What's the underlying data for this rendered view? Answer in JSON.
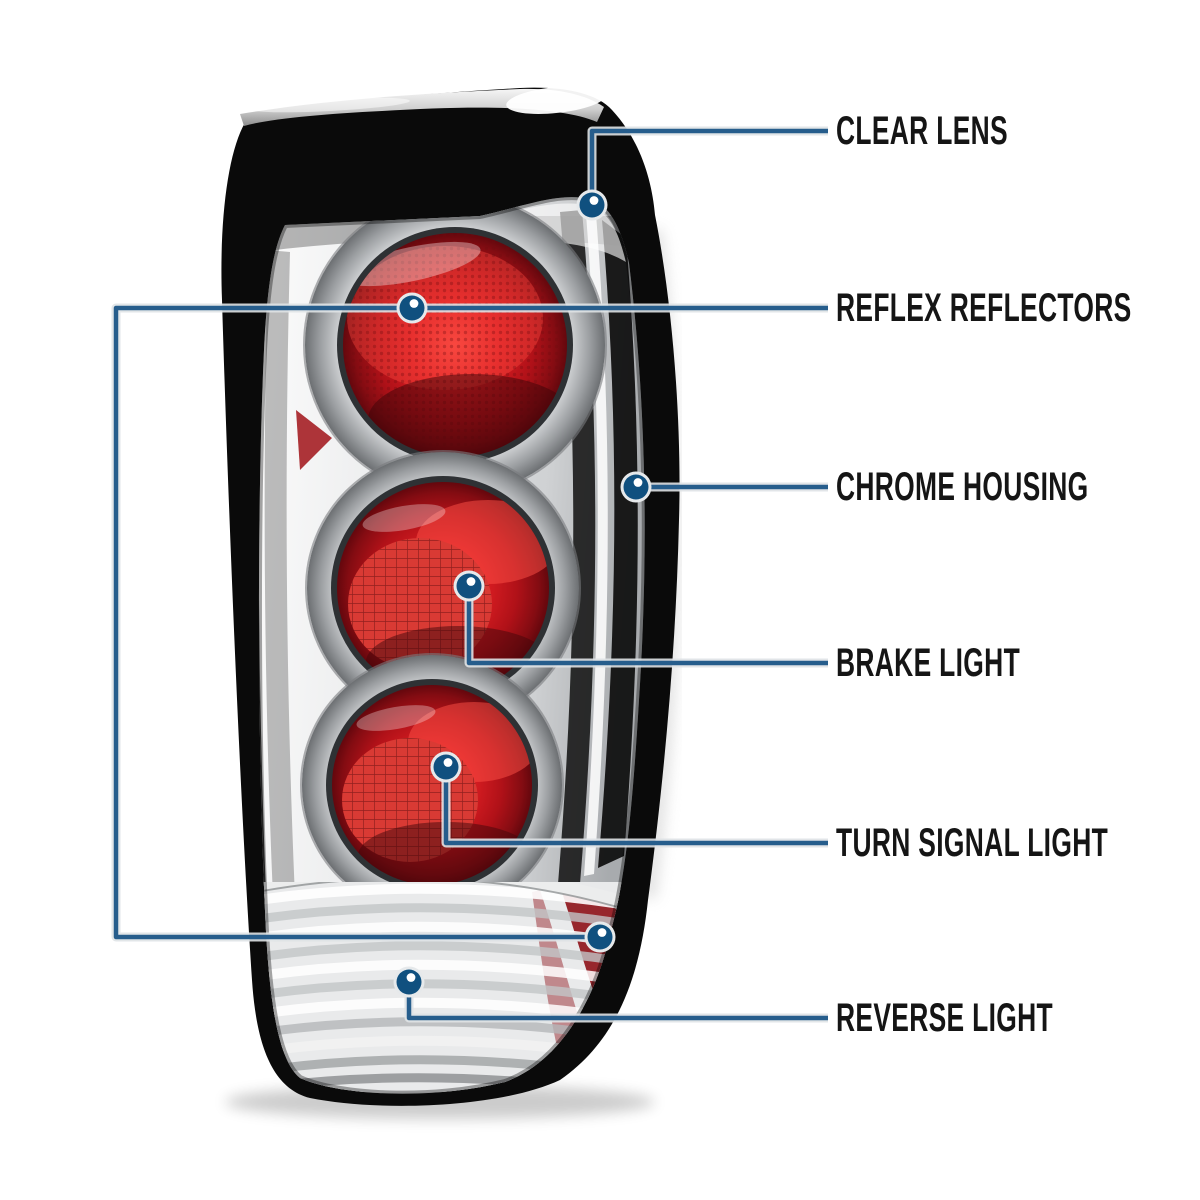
{
  "diagram": {
    "subject": "chrome-altezza-tail-light",
    "background": "#ffffff"
  },
  "colors": {
    "callout_line": "#265d8c",
    "callout_line_casing": "#dfe3e6",
    "callout_dot": "#10507f",
    "callout_dot_highlight": "#ffffff",
    "label_text": "#151515",
    "lens_red": "#c21018",
    "housing_chrome": "#d6d8da",
    "housing_black": "#0a0a0a"
  },
  "callouts": [
    {
      "id": "clear-lens",
      "label": "CLEAR LENS"
    },
    {
      "id": "reflex-reflectors",
      "label": "REFLEX REFLECTORS"
    },
    {
      "id": "chrome-housing",
      "label": "CHROME HOUSING"
    },
    {
      "id": "brake-light",
      "label": "BRAKE LIGHT"
    },
    {
      "id": "turn-signal-light",
      "label": "TURN SIGNAL LIGHT"
    },
    {
      "id": "reverse-light",
      "label": "REVERSE LIGHT"
    }
  ]
}
